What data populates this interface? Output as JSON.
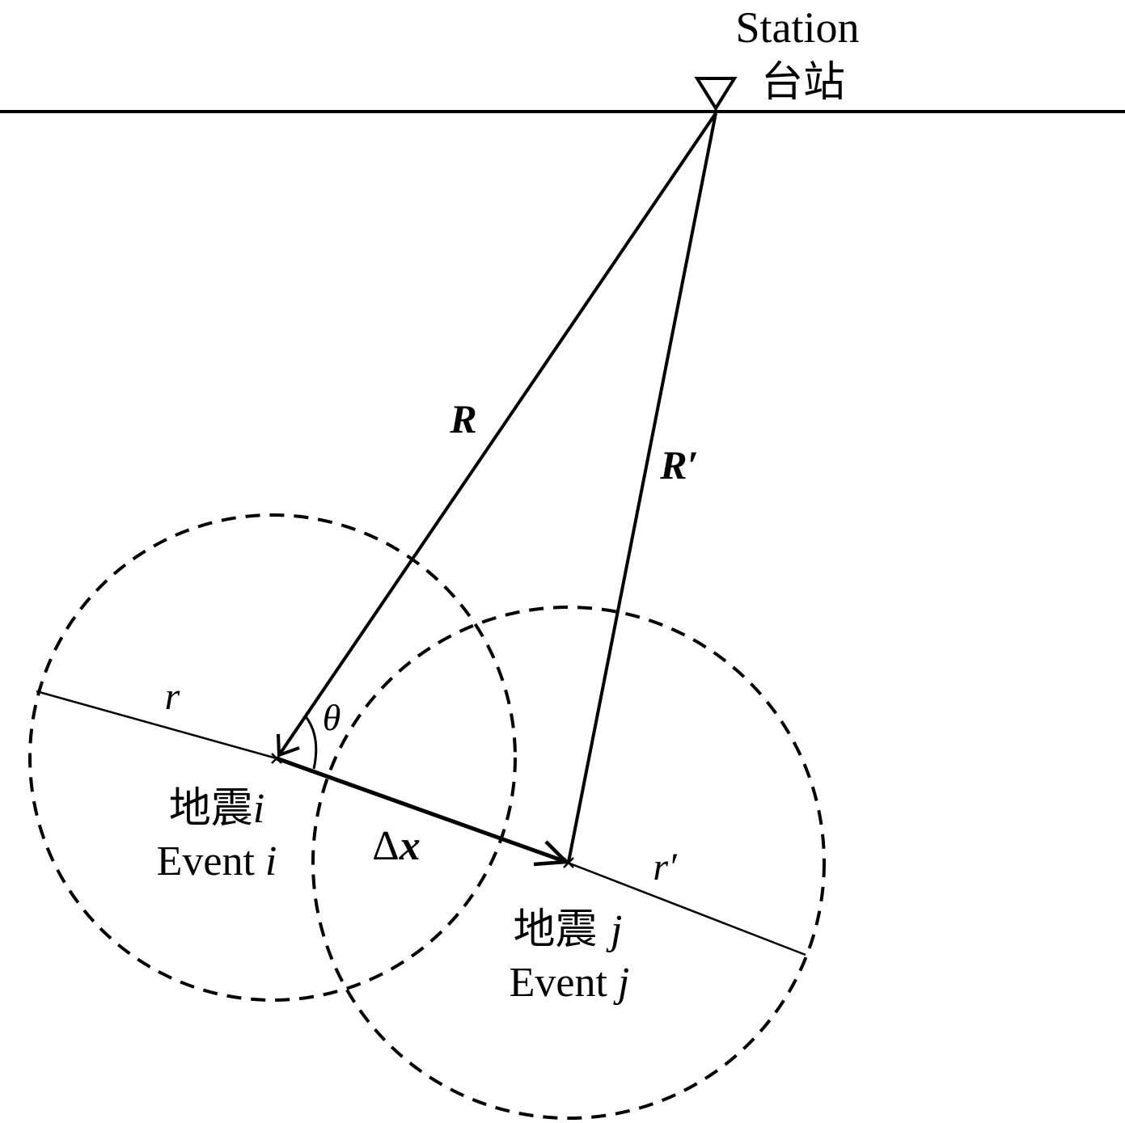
{
  "station": {
    "label_en": "Station",
    "label_zh": "台站"
  },
  "vectors": {
    "R": "R",
    "R_prime": "R′",
    "delta_x_symbol": "Δ",
    "delta_x_var": "x"
  },
  "radii": {
    "r": "r",
    "r_prime": "r′"
  },
  "angle": {
    "theta": "θ"
  },
  "event_i": {
    "label_zh": "地震",
    "index": "i",
    "label_en": "Event ",
    "index_en": "i"
  },
  "event_j": {
    "label_zh": "地震 ",
    "index": "j",
    "label_en": "Event ",
    "index_en": "j"
  },
  "colors": {
    "ink": "#000000",
    "background": "#ffffff"
  }
}
